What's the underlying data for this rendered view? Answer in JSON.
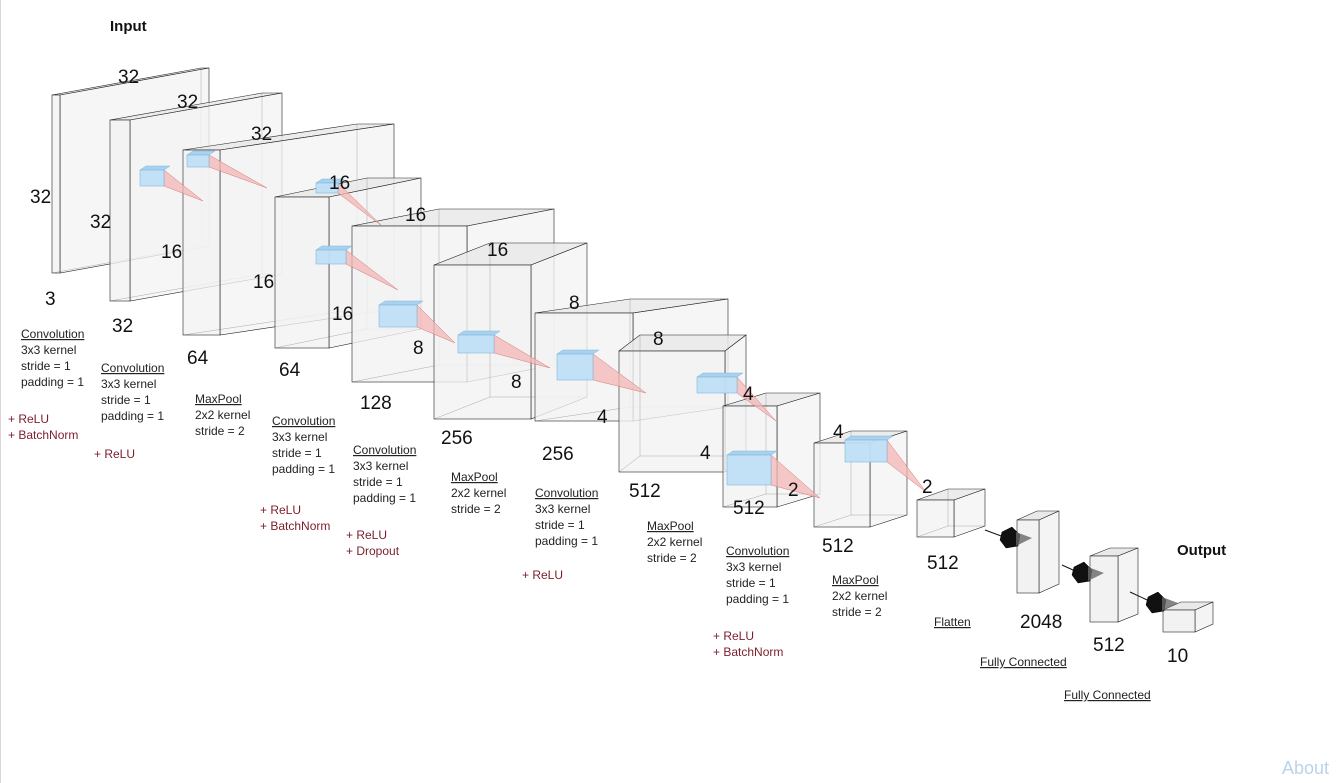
{
  "diagram": {
    "input_title": "Input",
    "output_title": "Output",
    "layers": [
      {
        "depth": "3",
        "height": "32",
        "width": "32"
      },
      {
        "depth": "32",
        "height": "32",
        "width": "32"
      },
      {
        "depth": "64",
        "height": "16",
        "width": "32"
      },
      {
        "depth": "64",
        "height": "16",
        "width": "16"
      },
      {
        "depth": "128",
        "height": "16",
        "width": "16"
      },
      {
        "depth": "256",
        "height": "8",
        "width": "16"
      },
      {
        "depth": "256",
        "height": "8",
        "width": "8"
      },
      {
        "depth": "512",
        "height": "4",
        "width": "8"
      },
      {
        "depth": "512",
        "height": "4",
        "width": "4"
      },
      {
        "depth": "512",
        "height": "2",
        "width": "4"
      },
      {
        "depth": "512",
        "height": "",
        "width": "2"
      }
    ],
    "fc_layers": [
      {
        "size": "2048"
      },
      {
        "size": "512"
      },
      {
        "size": "10"
      }
    ],
    "ops": [
      {
        "title": "Convolution",
        "lines": [
          "3x3 kernel",
          "stride = 1",
          "padding = 1"
        ],
        "extras": [
          "+ ReLU",
          "+ BatchNorm"
        ]
      },
      {
        "title": "Convolution",
        "lines": [
          "3x3 kernel",
          "stride = 1",
          "padding = 1"
        ],
        "extras": [
          "+ ReLU"
        ]
      },
      {
        "title": "MaxPool",
        "lines": [
          "2x2 kernel",
          "stride = 2"
        ],
        "extras": []
      },
      {
        "title": "Convolution",
        "lines": [
          "3x3 kernel",
          "stride = 1",
          "padding = 1"
        ],
        "extras": [
          "+ ReLU",
          "+ BatchNorm"
        ]
      },
      {
        "title": "Convolution",
        "lines": [
          "3x3 kernel",
          "stride = 1",
          "padding = 1"
        ],
        "extras": [
          "+ ReLU",
          "+ Dropout"
        ]
      },
      {
        "title": "MaxPool",
        "lines": [
          "2x2 kernel",
          "stride = 2"
        ],
        "extras": []
      },
      {
        "title": "Convolution",
        "lines": [
          "3x3 kernel",
          "stride = 1",
          "padding = 1"
        ],
        "extras": [
          "+ ReLU"
        ]
      },
      {
        "title": "MaxPool",
        "lines": [
          "2x2 kernel",
          "stride = 2"
        ],
        "extras": []
      },
      {
        "title": "Convolution",
        "lines": [
          "3x3 kernel",
          "stride = 1",
          "padding = 1"
        ],
        "extras": [
          "+ ReLU",
          "+ BatchNorm"
        ]
      },
      {
        "title": "MaxPool",
        "lines": [
          "2x2 kernel",
          "stride = 2"
        ],
        "extras": []
      },
      {
        "title": "Flatten",
        "lines": [],
        "extras": []
      },
      {
        "title": "Fully Connected",
        "lines": [],
        "extras": []
      },
      {
        "title": "Fully Connected",
        "lines": [],
        "extras": []
      }
    ],
    "about_label": "About",
    "colors": {
      "box_fill": "#f2f2f2",
      "box_stroke": "#222222",
      "kernel_fill": "#bfdff5",
      "kernel_stroke": "#7fb6dc",
      "projection_fill": "#f4b6b6",
      "projection_stroke": "#d47a7a",
      "extras_text": "#7b1e2a"
    }
  }
}
